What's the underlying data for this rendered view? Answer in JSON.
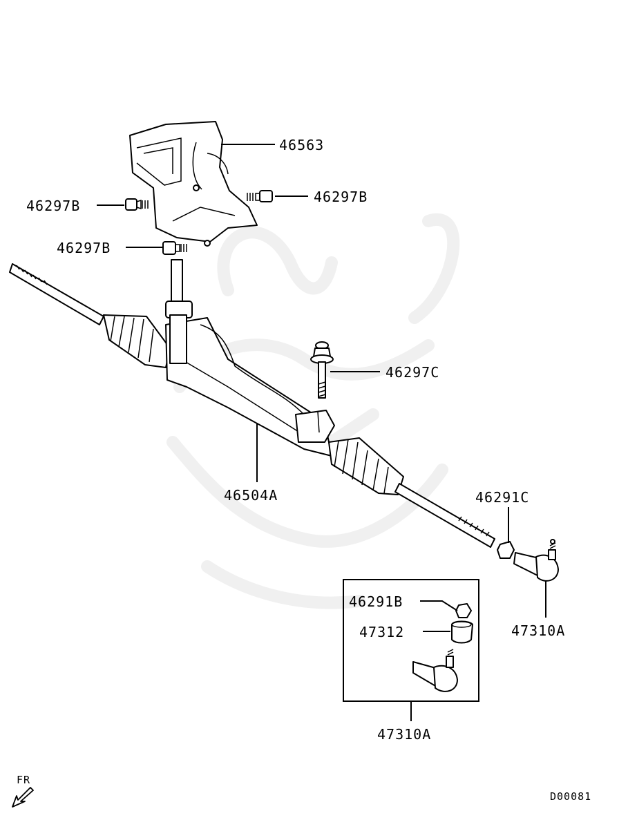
{
  "labels": {
    "cover": "46563",
    "bolt_b_right": "46297B",
    "bolt_b_left": "46297B",
    "bolt_b_lower": "46297B",
    "bolt_c": "46297C",
    "rack": "46504A",
    "nut_c": "46291C",
    "tie_rod_end": "47310A",
    "kit_nut": "46291B",
    "kit_boot": "47312",
    "kit_assembly": "47310A"
  },
  "direction_label": "FR",
  "diagram_code": "D00081",
  "icons": [
    "front-direction-arrow-icon",
    "watermark-mask-icon"
  ]
}
